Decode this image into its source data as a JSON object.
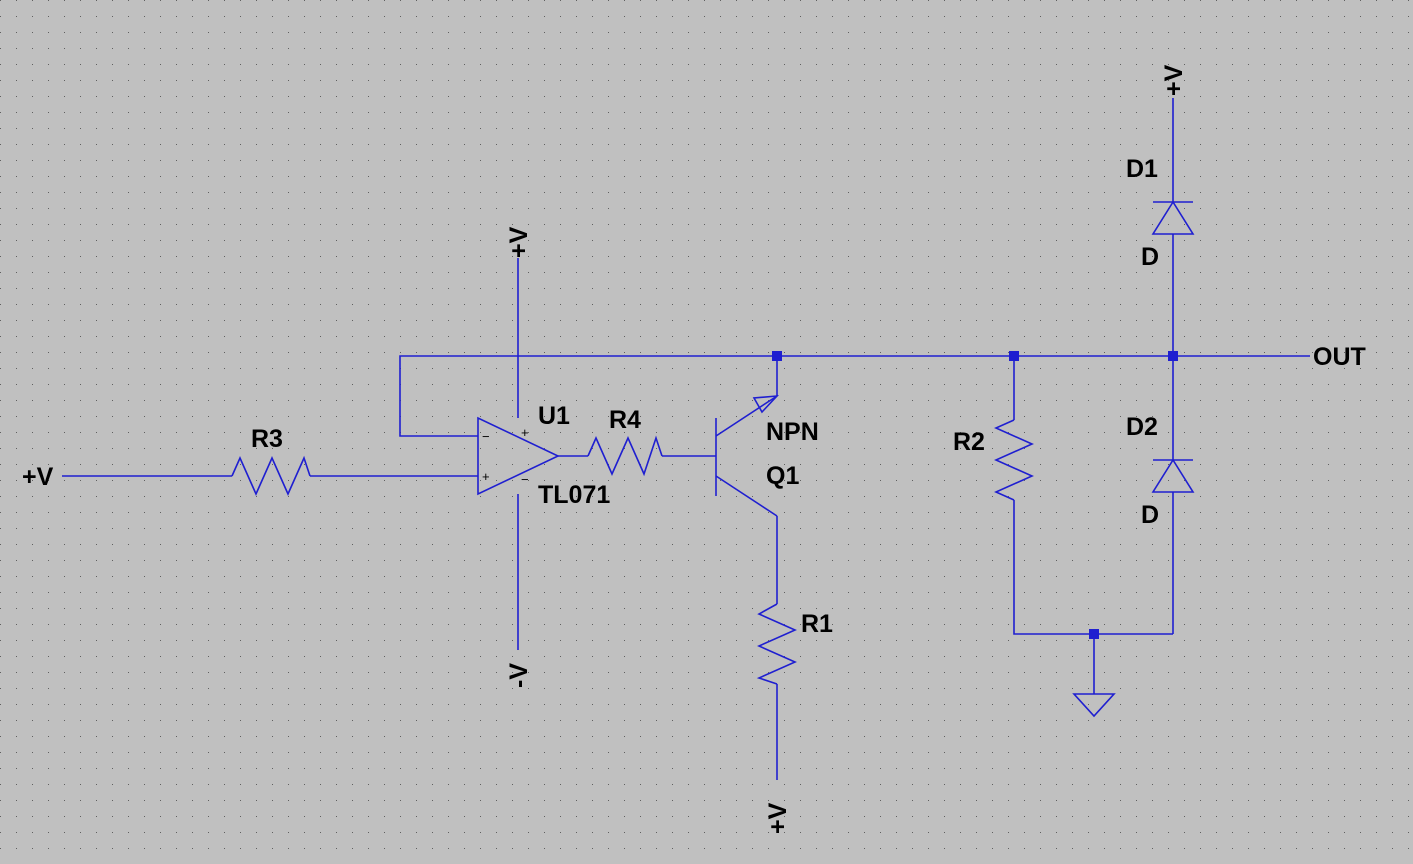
{
  "labels": {
    "r3": "R3",
    "r4": "R4",
    "r1": "R1",
    "r2": "R2",
    "u1": "U1",
    "u1_value": "TL071",
    "q1": "Q1",
    "q1_value": "NPN",
    "d1": "D1",
    "d1_value": "D",
    "d2": "D2",
    "d2_value": "D",
    "in_port": "+V",
    "out_port": "OUT",
    "opamp_vplus": "+V",
    "opamp_vminus": "-V",
    "r1_supply": "+V",
    "d1_supply": "+V",
    "opamp_inv_pin": "−",
    "opamp_noninv_pin": "+",
    "opamp_vplus_pin": "+",
    "opamp_vminus_pin": "−"
  },
  "colors": {
    "background": "#c0c0c0",
    "grid_dot": "#606060",
    "wire": "#1f1fd0"
  }
}
